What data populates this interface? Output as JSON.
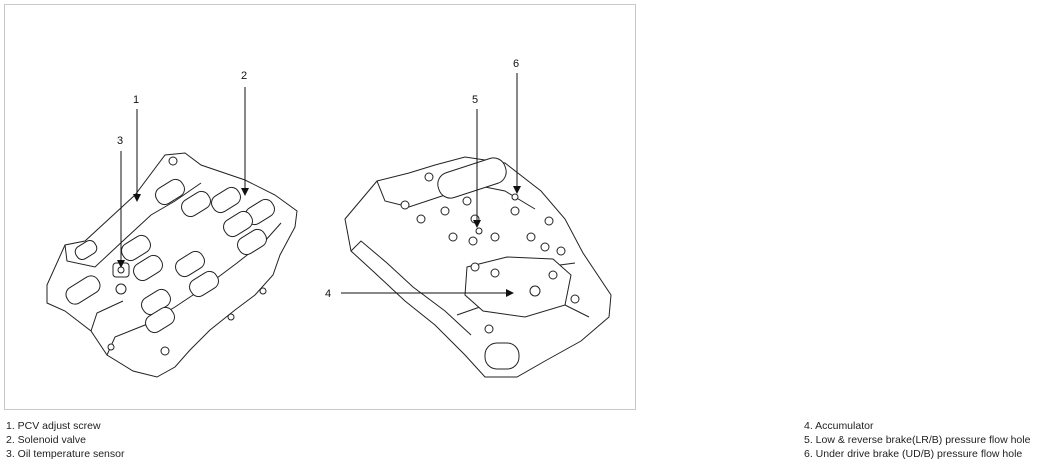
{
  "callouts": [
    "1",
    "2",
    "3",
    "4",
    "5",
    "6"
  ],
  "legend": {
    "left": [
      "1. PCV adjust screw",
      "2. Solenoid valve",
      "3. Oil temperature sensor"
    ],
    "right": [
      "4. Accumulator",
      "5. Low & reverse brake(LR/B) pressure flow hole",
      "6. Under drive brake (UD/B) pressure flow hole"
    ]
  }
}
